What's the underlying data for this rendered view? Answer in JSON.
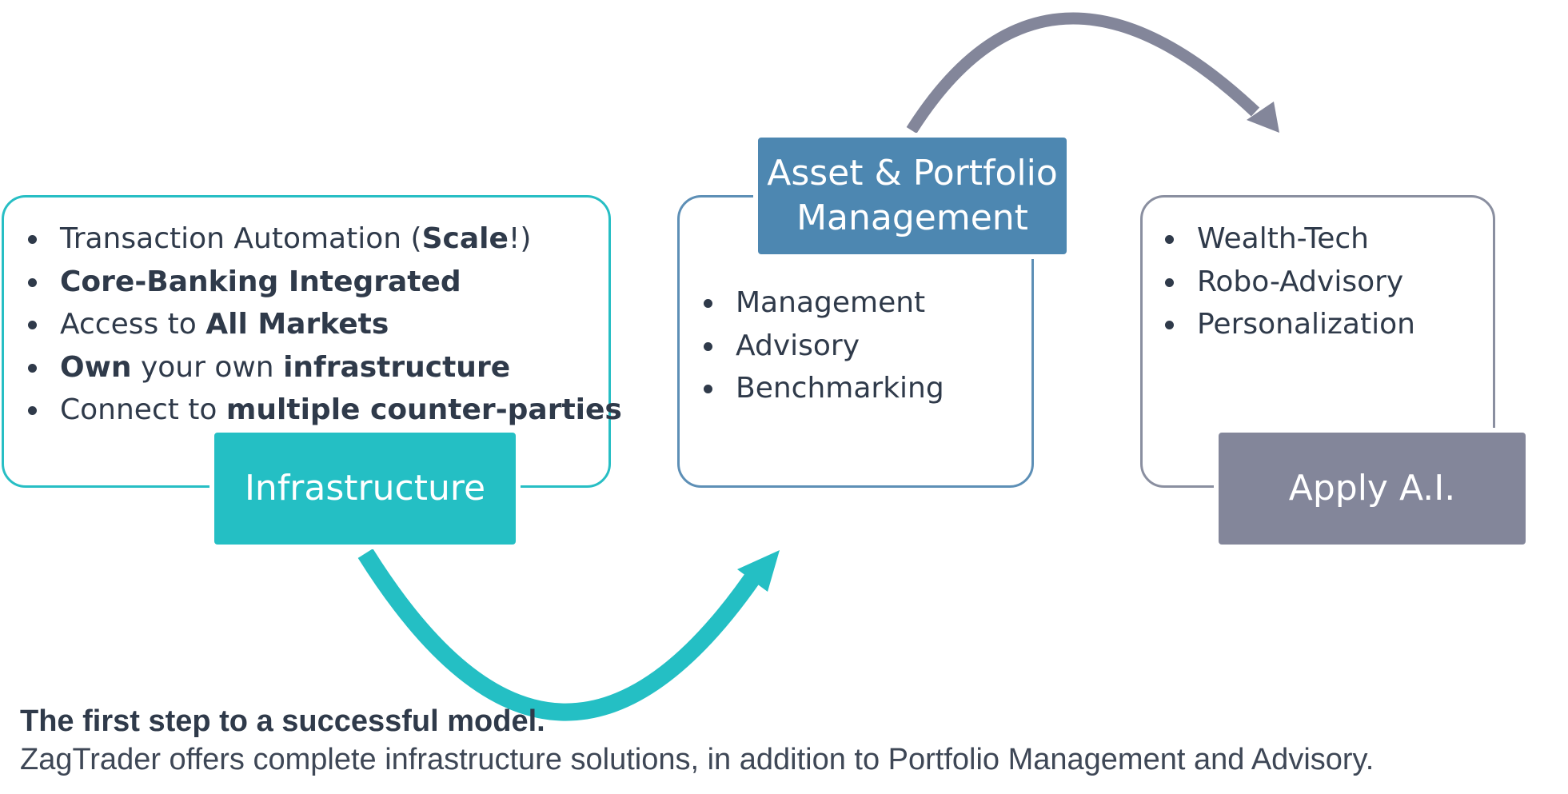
{
  "stages": {
    "infrastructure": {
      "label": "Infrastructure",
      "items": [
        {
          "parts": [
            {
              "text": "Transaction Automation (",
              "bold": false
            },
            {
              "text": "Scale",
              "bold": true
            },
            {
              "text": "!)",
              "bold": false
            }
          ]
        },
        {
          "parts": [
            {
              "text": "Core-Banking Integrated",
              "bold": true
            }
          ]
        },
        {
          "parts": [
            {
              "text": "Access to ",
              "bold": false
            },
            {
              "text": "All Markets",
              "bold": true
            }
          ]
        },
        {
          "parts": [
            {
              "text": "Own",
              "bold": true
            },
            {
              "text": " your own ",
              "bold": false
            },
            {
              "text": "infrastructure",
              "bold": true
            }
          ]
        },
        {
          "parts": [
            {
              "text": "Connect to ",
              "bold": false
            },
            {
              "text": "multiple counter-parties",
              "bold": true
            }
          ]
        }
      ],
      "color": "#24bfc4"
    },
    "asset": {
      "label": "Asset & Portfolio Management",
      "items": [
        {
          "parts": [
            {
              "text": "Management",
              "bold": false
            }
          ]
        },
        {
          "parts": [
            {
              "text": "Advisory",
              "bold": false
            }
          ]
        },
        {
          "parts": [
            {
              "text": "Benchmarking",
              "bold": false
            }
          ]
        }
      ],
      "color": "#4d87b1"
    },
    "ai": {
      "label": "Apply A.I.",
      "items": [
        {
          "parts": [
            {
              "text": "Wealth-Tech",
              "bold": false
            }
          ]
        },
        {
          "parts": [
            {
              "text": "Robo-Advisory",
              "bold": false
            }
          ]
        },
        {
          "parts": [
            {
              "text": "Personalization",
              "bold": false
            }
          ]
        }
      ],
      "color": "#83869a"
    }
  },
  "arrows": {
    "infra_to_asset": {
      "color": "#24bfc4"
    },
    "asset_to_ai": {
      "color": "#83869a"
    }
  },
  "caption": {
    "title": "The first step to a successful model.",
    "text": "ZagTrader offers complete infrastructure solutions, in addition to Portfolio Management and Advisory."
  }
}
